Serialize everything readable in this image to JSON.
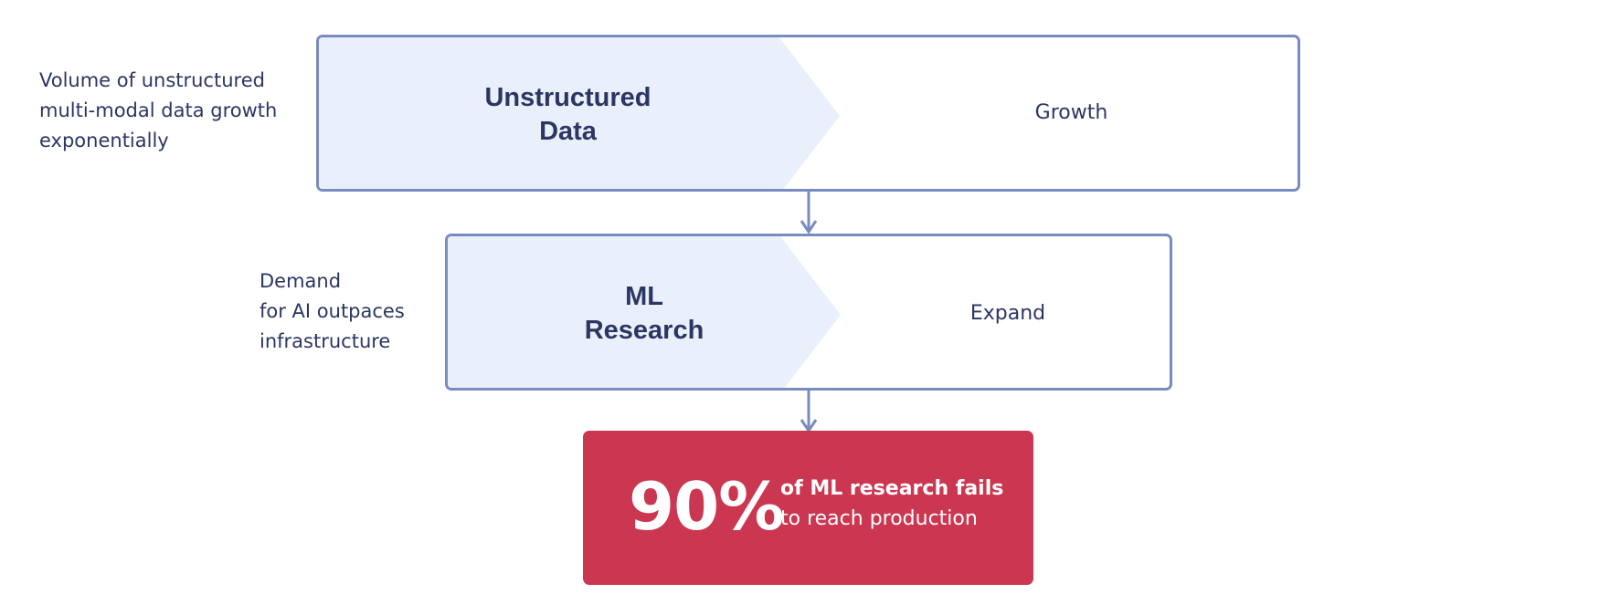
{
  "colors": {
    "stage_border": "#7a8bbf",
    "stage_fill": "#e9f0fc",
    "text": "#2b3663",
    "stat_background": "#cb3751",
    "stat_text": "#ffffff"
  },
  "stages": [
    {
      "side_note": "Volume of unstructured\nmulti-modal data growth\nexponentially",
      "title": "Unstructured\nData",
      "right_label": "Growth"
    },
    {
      "side_note": "Demand\nfor AI outpaces\ninfrastructure",
      "title": "ML\nResearch",
      "right_label": "Expand"
    }
  ],
  "stat": {
    "value": "90%",
    "line1": "of ML research fails",
    "line2": "to reach production"
  }
}
